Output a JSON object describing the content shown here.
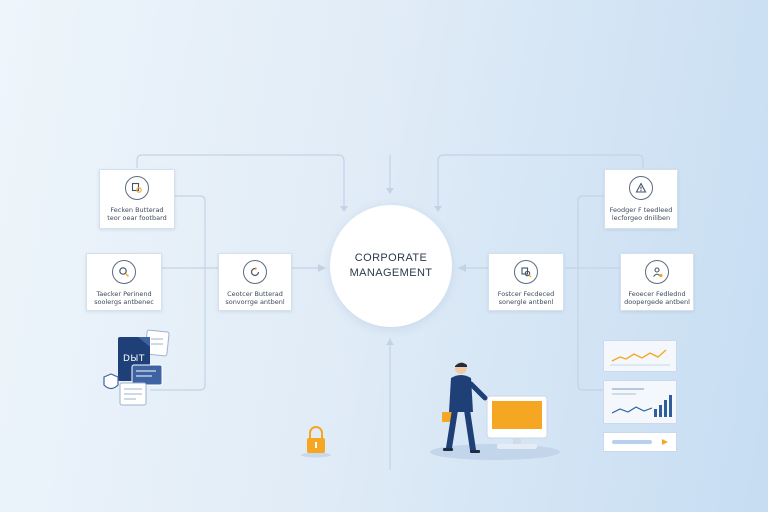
{
  "center": {
    "line1": "CORPORATE",
    "line2": "MANAGEMENT"
  },
  "cards": [
    {
      "id": "top-left",
      "icon": "search-document-icon",
      "line1": "Fecken Butterad",
      "line2": "teor oear footbard"
    },
    {
      "id": "mid-left",
      "icon": "search-icon",
      "line1": "Taecker Perinend",
      "line2": "soolergs antbenec"
    },
    {
      "id": "inner-left",
      "icon": "refresh-icon",
      "line1": "Ceotcer Butterad",
      "line2": "sonvorrge antbenl"
    },
    {
      "id": "inner-right",
      "icon": "search-icon",
      "line1": "Fostcer Fecdeced",
      "line2": "sonergle antbenl"
    },
    {
      "id": "top-right",
      "icon": "alert-icon",
      "line1": "Feodger F teedleed",
      "line2": "lecforgeo dniliben"
    },
    {
      "id": "mid-right",
      "icon": "person-icon",
      "line1": "Feoecer Fedlednd",
      "line2": "doopergede antbenl"
    }
  ],
  "document_stack": {
    "label": "DЫT"
  },
  "colors": {
    "accent": "#f5a623",
    "navy": "#1f3f77",
    "line": "#c2d3e6",
    "chart_line": "#2f5d9e"
  }
}
